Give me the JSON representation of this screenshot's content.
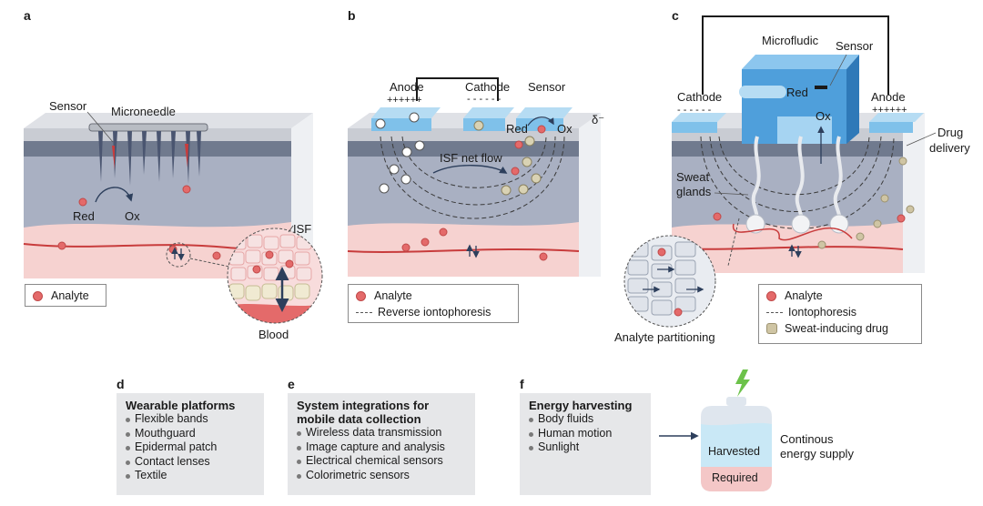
{
  "panels": {
    "a": {
      "label": "a",
      "sensor": "Sensor",
      "microneedle": "Microneedle",
      "red": "Red",
      "ox": "Ox",
      "isf": "ISF",
      "blood": "Blood",
      "legend": [
        "Analyte"
      ]
    },
    "b": {
      "label": "b",
      "anode": "Anode",
      "anode_sign": "++++++",
      "cathode": "Cathode",
      "cathode_sign": "- - - - - -",
      "sensor": "Sensor",
      "red": "Red",
      "ox": "Ox",
      "delta": "δ⁻",
      "isf_net_flow": "ISF net flow",
      "legend": [
        "Analyte",
        "Reverse iontophoresis"
      ]
    },
    "c": {
      "label": "c",
      "microfludic": "Microfludic",
      "sensor": "Sensor",
      "cathode": "Cathode",
      "cathode_sign": "- - - - - -",
      "anode": "Anode",
      "anode_sign": "++++++",
      "red": "Red",
      "ox": "Ox",
      "drug_delivery": [
        "Drug",
        "delivery"
      ],
      "sweat_glands": [
        "Sweat",
        "glands"
      ],
      "analyte_partitioning": "Analyte partitioning",
      "legend": [
        "Analyte",
        "Iontophoresis",
        "Sweat-inducing drug"
      ]
    },
    "d": {
      "label": "d",
      "title": "Wearable platforms",
      "items": [
        "Flexible bands",
        "Mouthguard",
        "Epidermal patch",
        "Contact lenses",
        "Textile"
      ]
    },
    "e": {
      "label": "e",
      "title": "System integrations for mobile data collection",
      "items": [
        "Wireless data transmission",
        "Image capture and analysis",
        "Electrical chemical sensors",
        "Colorimetric sensors"
      ]
    },
    "f": {
      "label": "f",
      "title": "Energy harvesting",
      "items": [
        "Body fluids",
        "Human motion",
        "Sunlight"
      ],
      "harvested": "Harvested",
      "required": "Required",
      "supply": [
        "Continous",
        "energy supply"
      ]
    }
  },
  "colors": {
    "analyte": "#e46a6a",
    "skin_surface": "#c9ccd3",
    "epidermis": "#707a8e",
    "dermis": "#a9b0c2",
    "subcutis": "#f6d2d0",
    "capillary": "#c83c3c",
    "electrode": "#7fc1ea",
    "device": "#4f9fdb",
    "drug": "#cfc5a4",
    "bolt": "#6cc24a"
  }
}
